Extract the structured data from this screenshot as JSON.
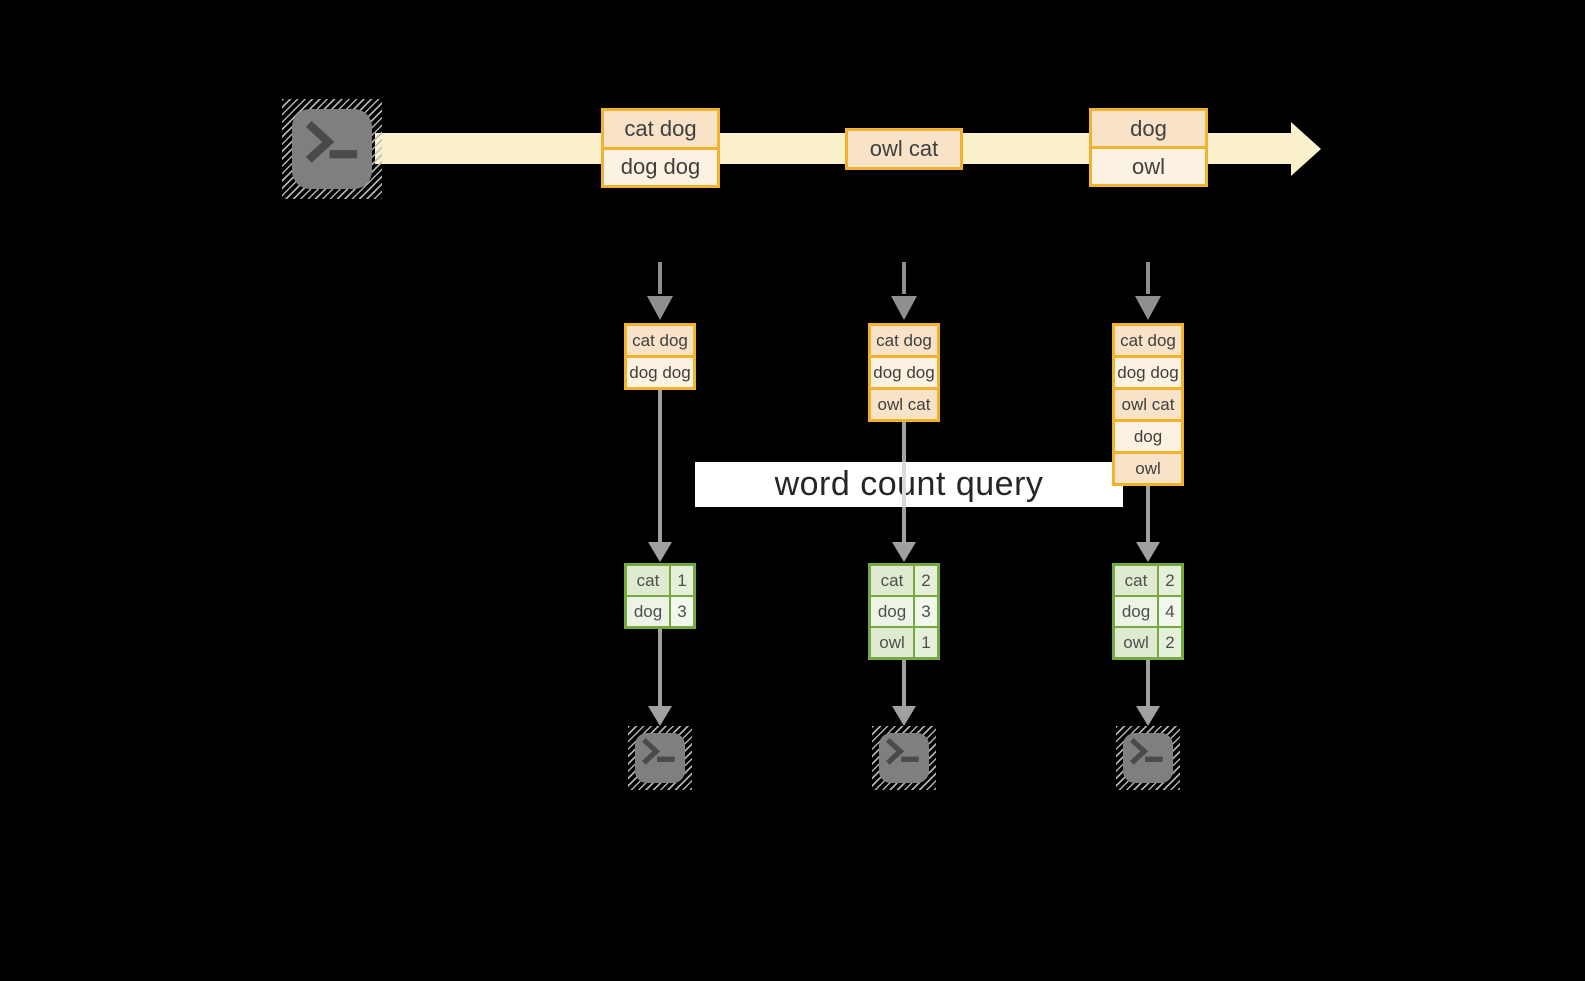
{
  "banner": {
    "label": "word count query"
  },
  "stream": {
    "batches": [
      {
        "messages": [
          "cat dog",
          "dog dog"
        ]
      },
      {
        "messages": [
          "owl cat"
        ]
      },
      {
        "messages": [
          "dog",
          "owl"
        ]
      }
    ]
  },
  "pipelines": [
    {
      "buffer": [
        "cat dog",
        "dog dog"
      ],
      "counts": [
        {
          "word": "cat",
          "count": "1"
        },
        {
          "word": "dog",
          "count": "3"
        }
      ]
    },
    {
      "buffer": [
        "cat dog",
        "dog dog",
        "owl cat"
      ],
      "counts": [
        {
          "word": "cat",
          "count": "2"
        },
        {
          "word": "dog",
          "count": "3"
        },
        {
          "word": "owl",
          "count": "1"
        }
      ]
    },
    {
      "buffer": [
        "cat dog",
        "dog dog",
        "owl cat",
        "dog",
        "owl"
      ],
      "counts": [
        {
          "word": "cat",
          "count": "2"
        },
        {
          "word": "dog",
          "count": "4"
        },
        {
          "word": "owl",
          "count": "2"
        }
      ]
    }
  ],
  "icons": {
    "source": "terminal-prompt",
    "sinks": [
      "terminal-prompt",
      "terminal-prompt",
      "terminal-prompt"
    ]
  },
  "colors": {
    "bg": "#000000",
    "gold": "#F1B32F",
    "peach": "#F8E3C8",
    "cream": "#FCF2E1",
    "band": "#FBF0CC",
    "green": "#76A93F",
    "green-dark": "#DEEBD0",
    "green-light": "#EDF4E6",
    "arrow": "#A0A0A0",
    "term": "#7F7F7F"
  }
}
